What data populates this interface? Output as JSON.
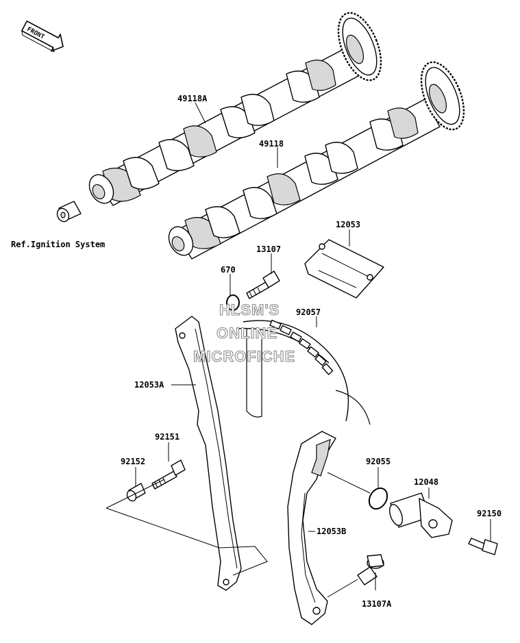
{
  "front_badge": "FRONT",
  "watermark": [
    "HLSM'S",
    "ONLINE",
    "MICROFICHE"
  ],
  "ref_note": "Ref.Ignition System",
  "part_labels": {
    "p49118A": "49118A",
    "p49118": "49118",
    "p12053": "12053",
    "p13107": "13107",
    "p670": "670",
    "p92057": "92057",
    "p12053A": "12053A",
    "p92151": "92151",
    "p92152": "92152",
    "p92055": "92055",
    "p12048": "12048",
    "p92150": "92150",
    "p12053B": "12053B",
    "p13107A": "13107A"
  }
}
